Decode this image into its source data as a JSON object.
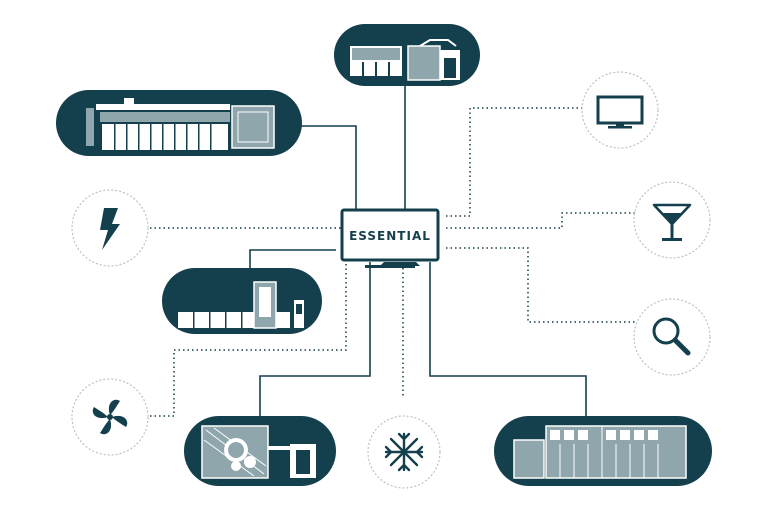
{
  "colors": {
    "primary": "#143f4d",
    "light": "#ffffff",
    "mid": "#8fa6ad",
    "ring": "#b9c3c6"
  },
  "center": {
    "label": "ESSENTIAL",
    "icon": "monitor-icon"
  },
  "machines": [
    {
      "id": "machine-top",
      "icon": "press-machine-icon"
    },
    {
      "id": "machine-top-left",
      "icon": "press-line-icon"
    },
    {
      "id": "machine-middle-left",
      "icon": "printing-press-icon"
    },
    {
      "id": "machine-bottom-left",
      "icon": "offset-press-icon"
    },
    {
      "id": "machine-bottom-right",
      "icon": "folding-machine-icon"
    }
  ],
  "utilities": [
    {
      "id": "electricity",
      "icon": "lightning-icon"
    },
    {
      "id": "ventilation",
      "icon": "fan-icon"
    },
    {
      "id": "cooling",
      "icon": "snowflake-icon"
    },
    {
      "id": "display",
      "icon": "monitor-icon"
    },
    {
      "id": "cocktail",
      "icon": "cocktail-glass-icon"
    },
    {
      "id": "search",
      "icon": "magnifier-icon"
    }
  ]
}
